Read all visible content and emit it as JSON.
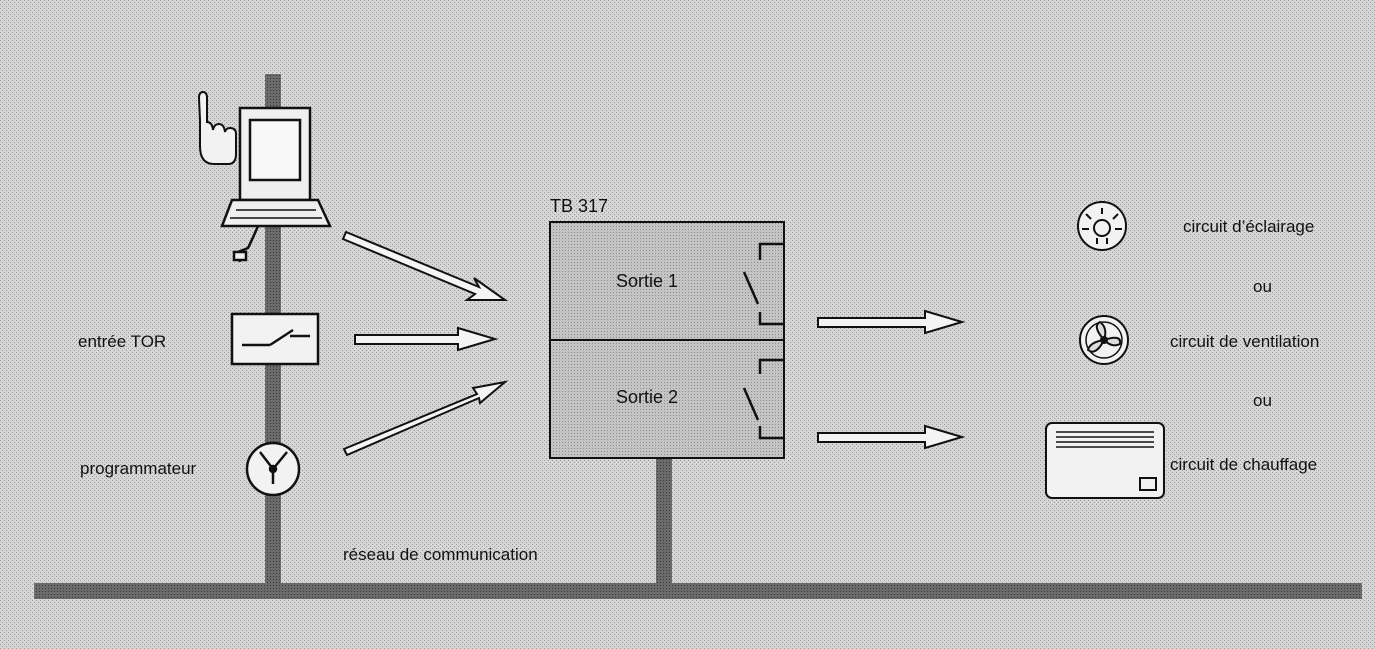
{
  "network": {
    "label": "réseau de communication"
  },
  "inputs": {
    "tor_label": "entrée TOR",
    "programmer_label": "programmateur"
  },
  "module": {
    "title": "TB 317",
    "outputs": [
      "Sortie 1",
      "Sortie 2"
    ]
  },
  "circuits": {
    "lighting": "circuit d’éclairage",
    "or_1": "ou",
    "ventilation": "circuit de ventilation",
    "or_2": "ou",
    "heating": "circuit de chauffage"
  },
  "icons": {
    "terminal": "computer-terminal-icon",
    "hand": "pointing-hand-icon",
    "switch": "switch-contact-icon",
    "clock": "clock-programmer-icon",
    "lamp": "lamp-icon",
    "fan": "fan-icon",
    "heater": "radiator-heater-icon"
  },
  "colors": {
    "background": "#cfcfcf",
    "bus": "#6b6b6b",
    "module_fill": "#bdbdbd",
    "ink": "#111111"
  }
}
